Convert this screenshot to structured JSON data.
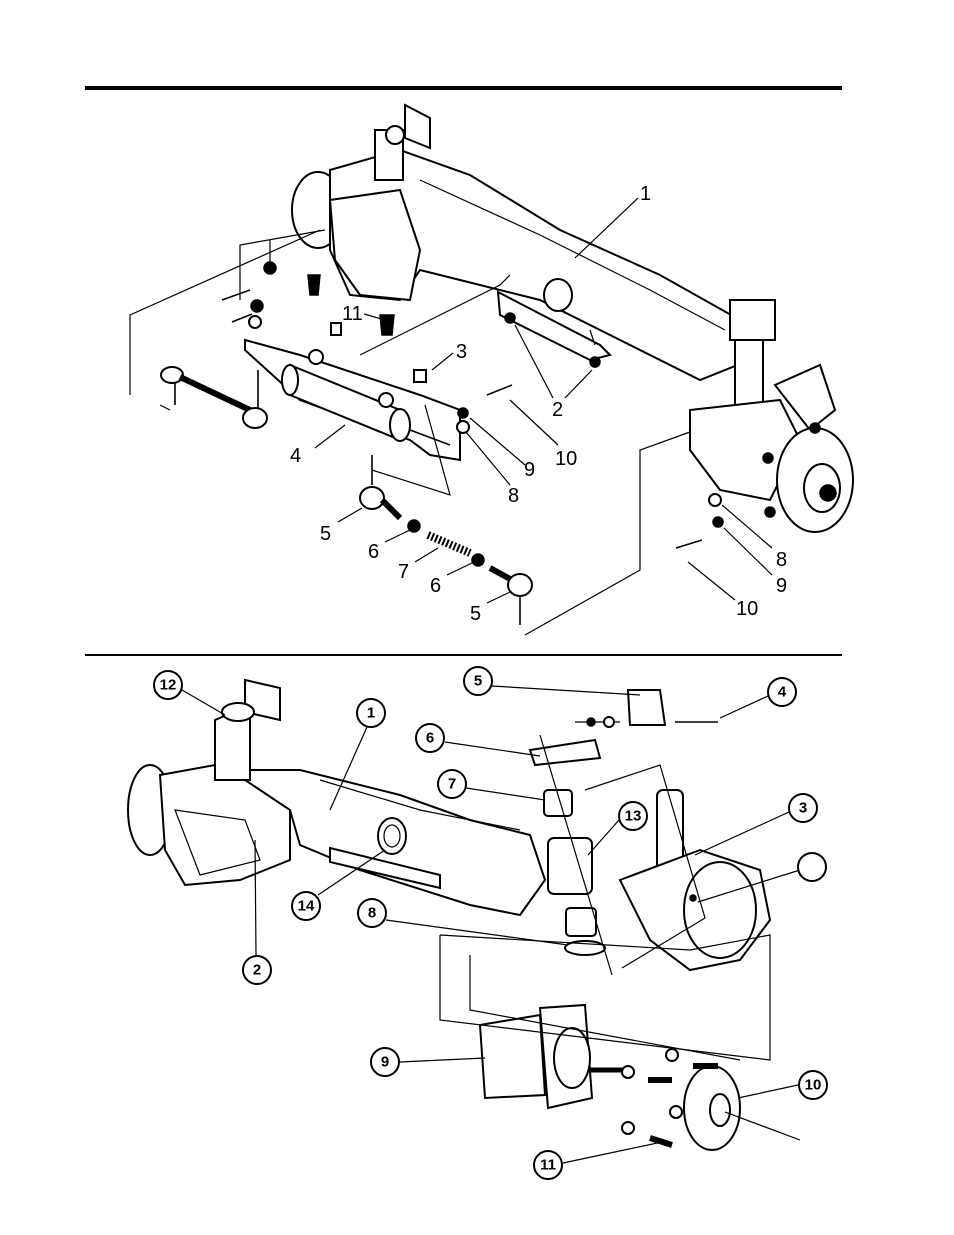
{
  "upper_figure": {
    "callouts": [
      "1",
      "11",
      "3",
      "2",
      "10",
      "9",
      "8",
      "4",
      "5",
      "6",
      "7",
      "6",
      "5",
      "8",
      "9",
      "10"
    ]
  },
  "lower_figure": {
    "callouts": [
      "12",
      "1",
      "5",
      "4",
      "6",
      "7",
      "13",
      "3",
      "14",
      "8",
      "2",
      "9",
      "10",
      "11"
    ],
    "blank_callout": ""
  }
}
